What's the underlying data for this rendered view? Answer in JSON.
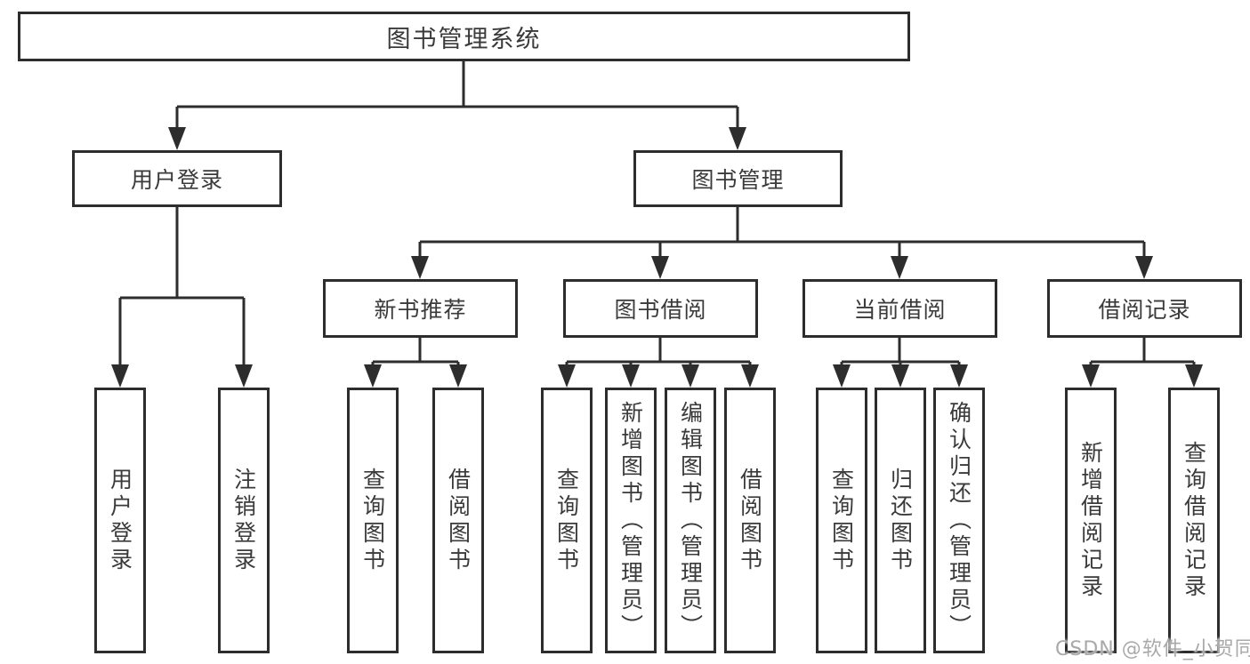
{
  "diagram": {
    "root": {
      "label": "图书管理系统"
    },
    "level2": [
      {
        "label": "用户登录"
      },
      {
        "label": "图书管理"
      }
    ],
    "level3": [
      {
        "label": "新书推荐",
        "parent": "图书管理"
      },
      {
        "label": "图书借阅",
        "parent": "图书管理"
      },
      {
        "label": "当前借阅",
        "parent": "图书管理"
      },
      {
        "label": "借阅记录",
        "parent": "图书管理"
      }
    ],
    "leaves": [
      {
        "label": "用户登录",
        "parent": "用户登录"
      },
      {
        "label": "注销登录",
        "parent": "用户登录"
      },
      {
        "label": "查询图书",
        "parent": "新书推荐"
      },
      {
        "label": "借阅图书",
        "parent": "新书推荐"
      },
      {
        "label": "查询图书",
        "parent": "图书借阅"
      },
      {
        "label": "新增图书（管理员）",
        "parent": "图书借阅"
      },
      {
        "label": "编辑图书（管理员）",
        "parent": "图书借阅"
      },
      {
        "label": "借阅图书",
        "parent": "图书借阅"
      },
      {
        "label": "查询图书",
        "parent": "当前借阅"
      },
      {
        "label": "归还图书",
        "parent": "当前借阅"
      },
      {
        "label": "确认归还（管理员）",
        "parent": "当前借阅"
      },
      {
        "label": "新增借阅记录",
        "parent": "借阅记录"
      },
      {
        "label": "查询借阅记录",
        "parent": "借阅记录"
      }
    ]
  },
  "watermark": {
    "text": "CSDN @软件_小贺同学"
  },
  "colors": {
    "line": "#2d2d2d",
    "box_border": "#2d2d2d",
    "box_fill": "#ffffff",
    "text": "#3a3a3a",
    "watermark": "#a9a9a9",
    "background": "#ffffff"
  }
}
